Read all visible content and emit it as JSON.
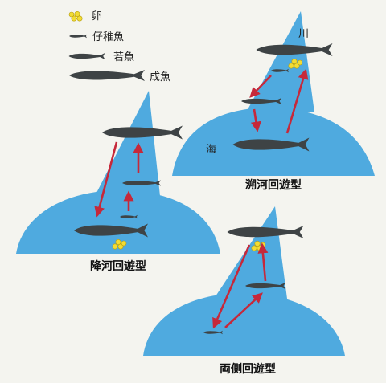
{
  "legend": {
    "egg_label": "卵",
    "fry_label": "仔稚魚",
    "juvenile_label": "若魚",
    "adult_label": "成魚"
  },
  "diagrams": {
    "anadromous": {
      "caption": "溯河回遊型",
      "river_label": "川",
      "sea_label": "海"
    },
    "catadromous": {
      "caption": "降河回遊型"
    },
    "amphidromous": {
      "caption": "両側回遊型"
    }
  },
  "colors": {
    "water": "#4faadf",
    "fish": "#3e4345",
    "egg": "#f2dc34",
    "arrow": "#c6283a",
    "background": "#f4f4ef"
  },
  "icons": [
    "egg-cluster-icon",
    "fish-icon",
    "arrow-icon"
  ]
}
